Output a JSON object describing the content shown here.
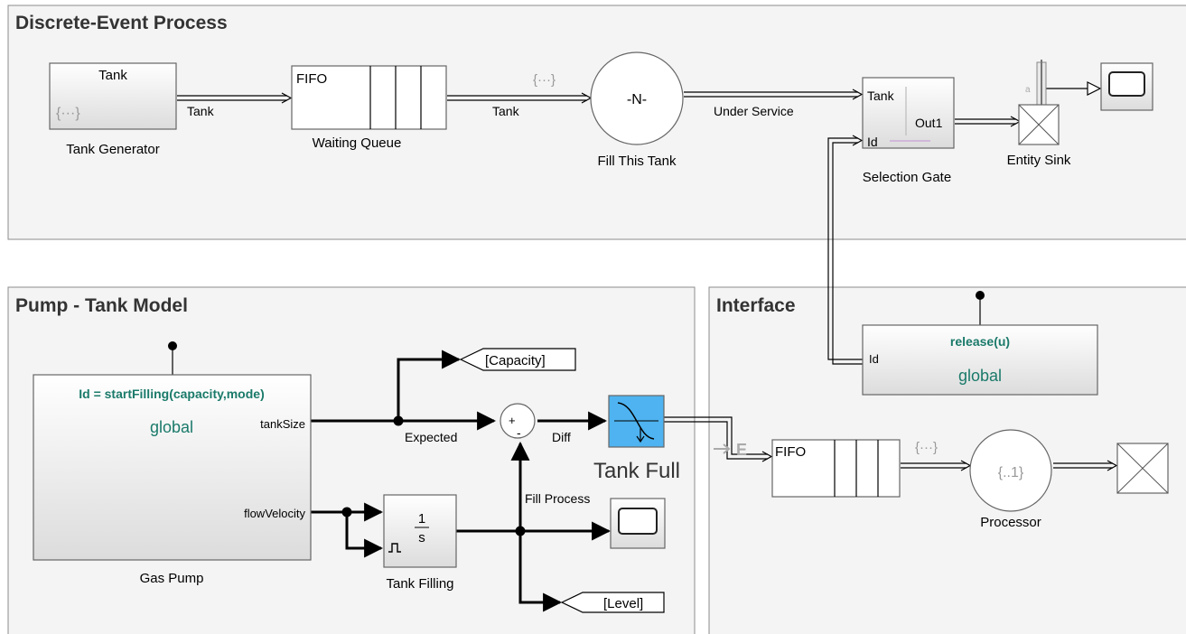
{
  "areas": {
    "discrete": "Discrete-Event Process",
    "pump": "Pump - Tank Model",
    "interface": "Interface"
  },
  "tank_generator": {
    "title": "Tank",
    "icon": "{···}",
    "label": "Tank Generator"
  },
  "waiting_queue": {
    "fifo": "FIFO",
    "label": "Waiting Queue"
  },
  "fill_tank": {
    "icon": "-N-",
    "label": "Fill This Tank"
  },
  "selection_gate": {
    "in_tank": "Tank",
    "in_id": "Id",
    "out": "Out1",
    "label": "Selection Gate"
  },
  "entity_sink": {
    "label": "Entity Sink"
  },
  "gas_pump": {
    "function": "Id = startFilling(capacity,mode)",
    "scope": "global",
    "out1": "tankSize",
    "out2": "flowVelocity",
    "label": "Gas Pump"
  },
  "release": {
    "function": "release(u)",
    "scope": "global",
    "in": "Id"
  },
  "capacity_goto": "[Capacity]",
  "level_goto": "[Level]",
  "sum_signs": {
    "plus": "+",
    "minus": "-"
  },
  "integrator": {
    "num": "1",
    "den": "s",
    "label": "Tank Filling"
  },
  "tank_full": {
    "label": "Tank Full"
  },
  "fill_scope": {
    "label": "Fill Process"
  },
  "iface_queue": {
    "fifo": "FIFO",
    "event": "E"
  },
  "processor": {
    "icon": "{..1}",
    "label": "Processor"
  },
  "signals": {
    "tank1": "Tank",
    "tank2": "Tank",
    "under_service": "Under Service",
    "expected": "Expected",
    "diff": "Diff"
  },
  "entity_icons": {
    "queue_out": "{···}",
    "iface_queue_out": "{···}"
  },
  "gate_small": "a",
  "colors": {
    "accent_green": "#1a7a6a",
    "trigger_blue": "#4eb3f0",
    "border": "#7a7a7a"
  }
}
